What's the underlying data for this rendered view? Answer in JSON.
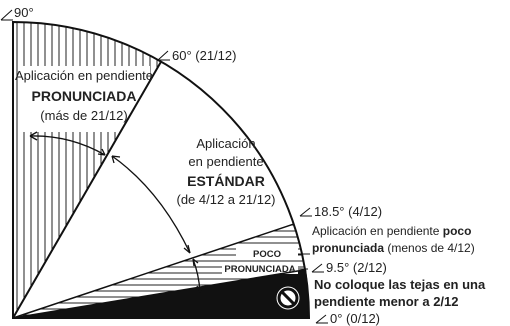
{
  "angles": {
    "deg90": "90°",
    "deg60": "60° (21/12)",
    "deg18_5": "18.5° (4/12)",
    "deg9_5": "9.5° (2/12)",
    "deg0": "0° (0/12)"
  },
  "steep": {
    "line1": "Aplicación en pendiente",
    "line2": "PRONUNCIADA",
    "line3": "(más de 21/12)"
  },
  "standard": {
    "line1": "Aplicación",
    "line2": "en pendiente",
    "line3": "ESTÁNDAR",
    "line4": "(de 4/12 a 21/12)"
  },
  "low": {
    "line1_normal": "Aplicación en pendiente ",
    "line1_bold": "poco",
    "line2_bold": "pronunciada",
    "line2_normal": " (menos de 4/12)",
    "tag1": "POCO",
    "tag2": "PRONUNCIADA"
  },
  "warning": {
    "line1": "No coloque las tejas en una",
    "line2": "pendiente menor a 2/12"
  },
  "colors": {
    "line": "#111111",
    "hatch": "#222222",
    "background": "#ffffff"
  }
}
